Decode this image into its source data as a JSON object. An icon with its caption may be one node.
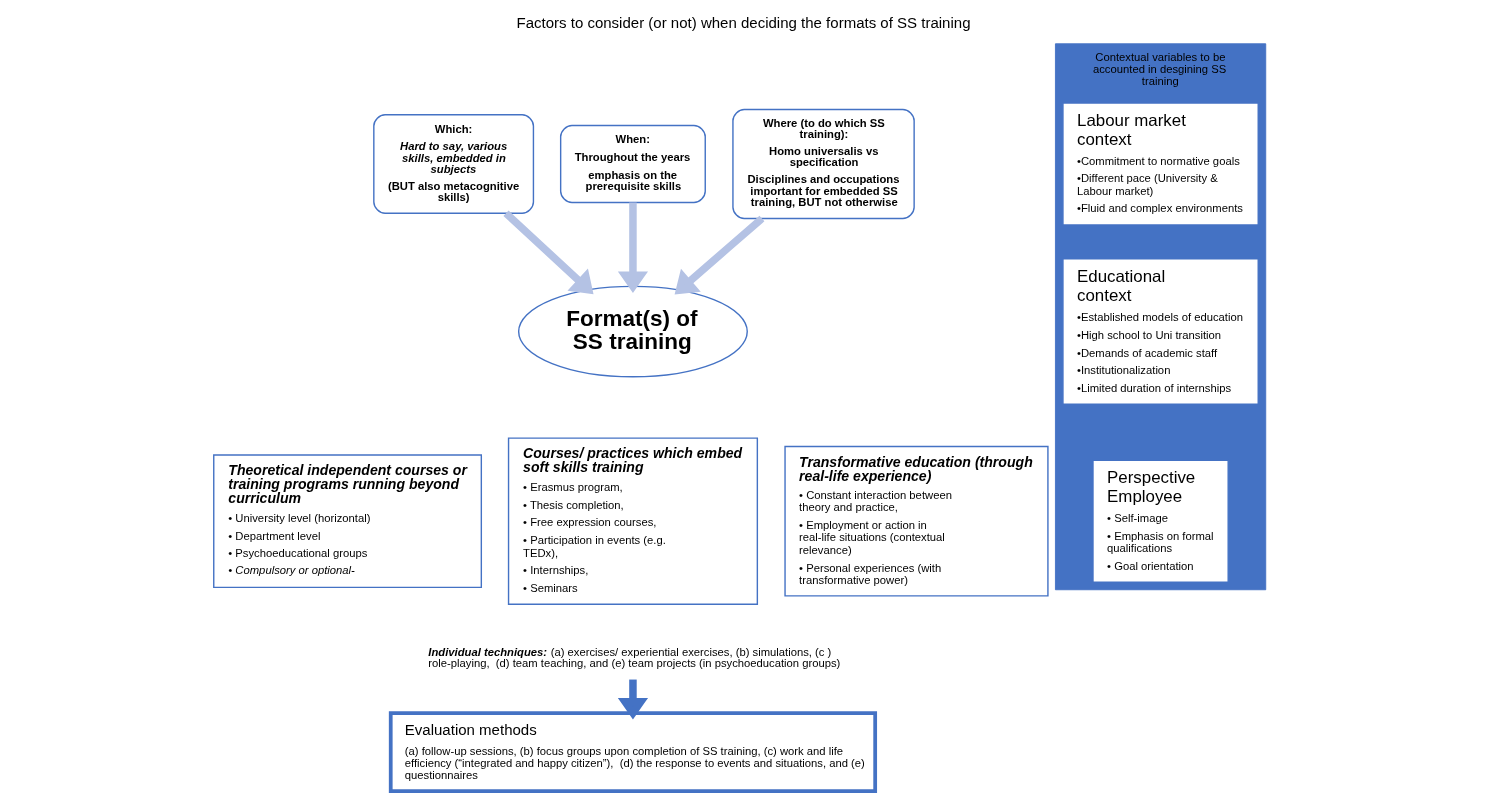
{
  "diagram": {
    "title": "Factors to consider (or not) when deciding the formats of SS training",
    "nodes": [
      {
        "text": [
          "Which:",
          "Hard to say, various skills, embedded in subjects",
          "(BUT also metacognitive skills)"
        ]
      },
      {
        "text": [
          "When:",
          "Throughout the years",
          "emphasis on the prerequisite skills"
        ]
      },
      {
        "text": [
          "Where (to do which SS training):",
          "Homo universalis vs specification",
          "Disciplines and occupations important for embedded SS training, BUT not otherwise"
        ]
      },
      {
        "text": [
          "Format(s) of SS training"
        ]
      },
      {
        "text": [
          "Theoretical independent courses or training programs running beyond curriculum",
          "• University level (horizontal)",
          "• Department level",
          "• Psychoeducational groups",
          "• Compulsory or optional-"
        ]
      },
      {
        "text": [
          "Courses/ practices which embed soft skills training",
          "• Erasmus program,",
          "• Thesis completion,",
          "• Free expression courses,",
          "• Participation in events (e.g. TEDx),",
          "• Internships,",
          "• Seminars"
        ]
      },
      {
        "text": [
          "Transformative education (through real-life experience)",
          "• Constant interaction between theory and practice,",
          "• Employment or action in real-life situations (contextual relevance)",
          "• Personal experiences (with transformative power)"
        ]
      },
      {
        "text": [
          "**Individual techniques:** (a) exercises/ experiential exercises, (b) simulations, (c ) role-playing,  (d) team teaching, and (e) team projects (in psychoeducation groups)"
        ]
      },
      {
        "text": [
          "Evaluation methods",
          "(a) follow-up sessions, (b) focus groups upon completion of SS training, (c) work and life efficiency (“integrated and happy citizen”),  (d) the response to events and situations, and (e) questionnaires"
        ]
      },
      {
        "text": [
          "Contextual variables to be accounted in desgining SS training"
        ]
      },
      {
        "text": [
          "Labour market context",
          "•Commitment to normative goals",
          "•Different pace (University & Labour market)",
          "•Fluid and complex environments"
        ],
        "in": 9
      },
      {
        "text": [
          "Educational context",
          "•Established models of education",
          "•High school to Uni transition",
          "•Demands of academic staff",
          "•Institutionalization",
          "•Limited duration of internships"
        ],
        "in": 9
      },
      {
        "text": [
          "Perspective Employee",
          "• Self-image",
          "• Emphasis on formal qualifications",
          "• Goal orientation"
        ],
        "in": 9
      }
    ],
    "edges": [
      {
        "from": 0,
        "to": 3,
        "arrow": "to",
        "color": "#b4c2e4"
      },
      {
        "from": 1,
        "to": 3,
        "arrow": "to",
        "color": "#b4c2e4"
      },
      {
        "from": 2,
        "to": 3,
        "arrow": "to",
        "color": "#b4c2e4"
      },
      {
        "from": 7,
        "to": 8,
        "arrow": "to",
        "color": "#4472c4"
      }
    ]
  }
}
